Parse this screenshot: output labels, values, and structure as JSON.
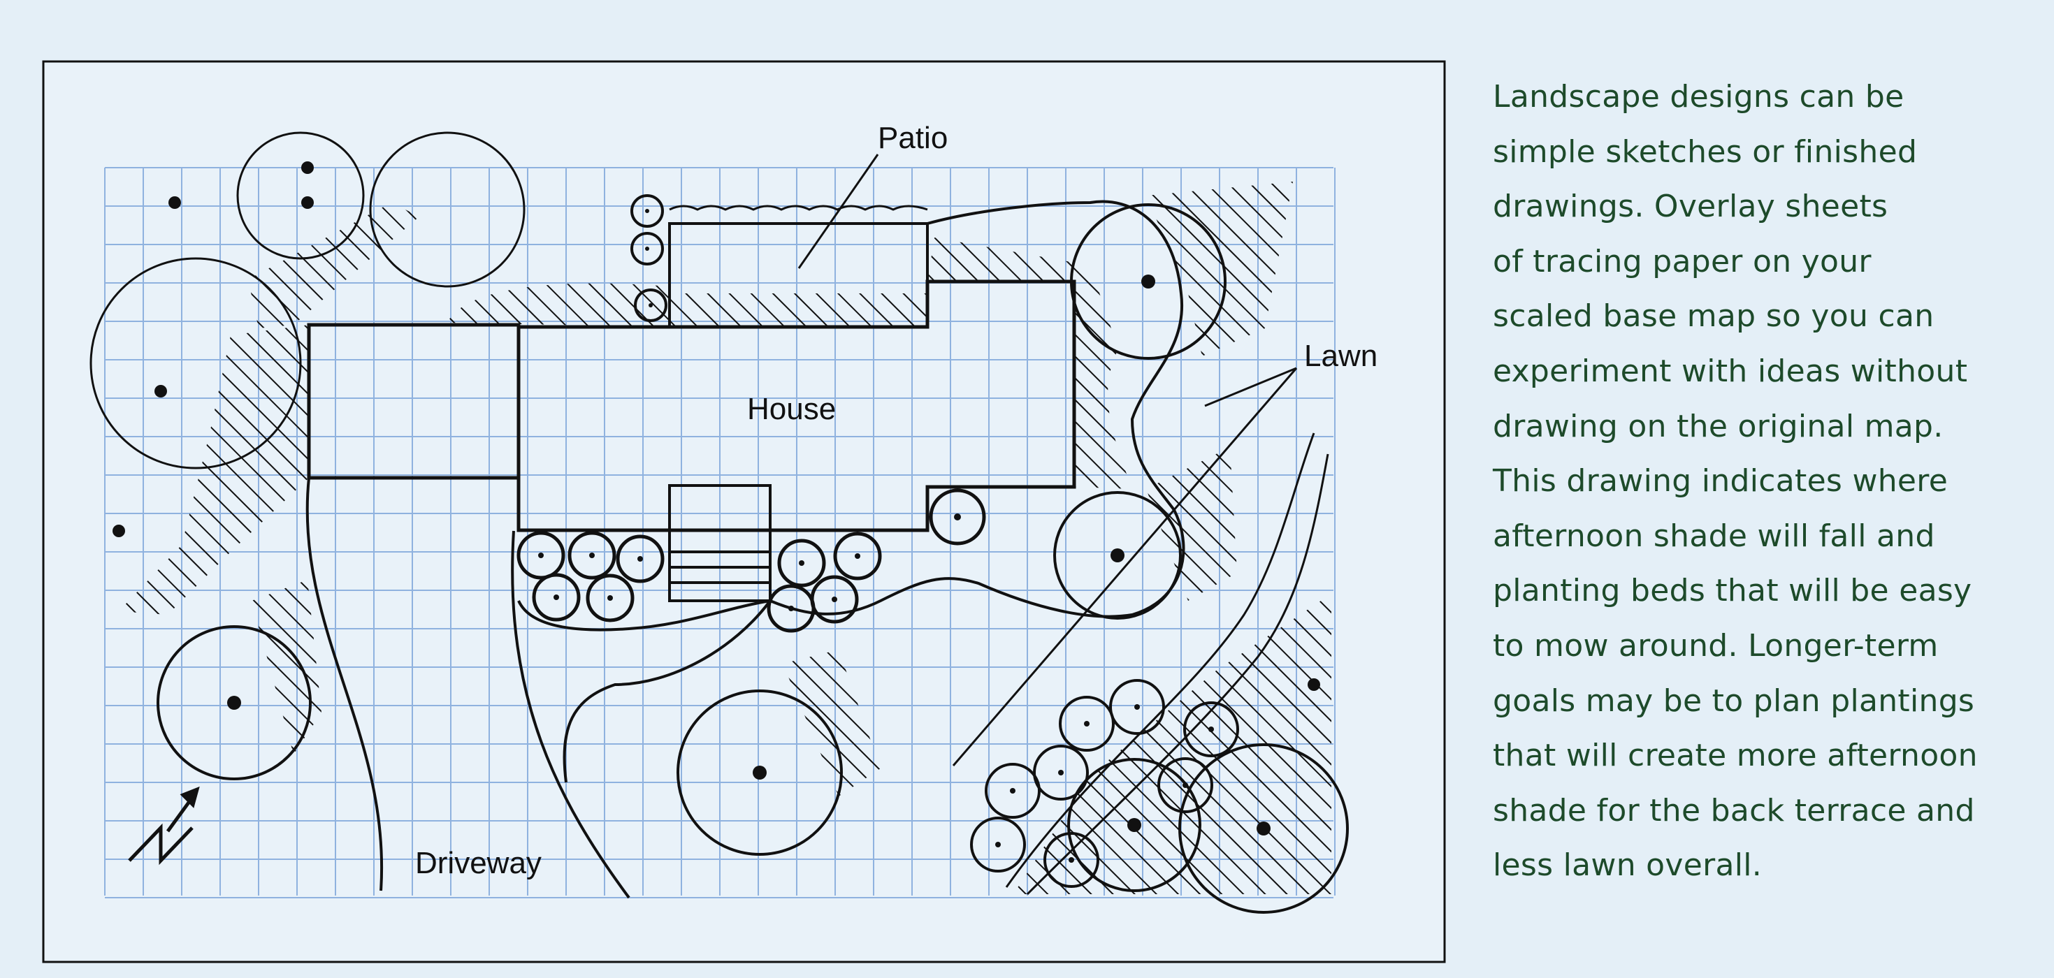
{
  "diagram": {
    "labels": {
      "patio": "Patio",
      "house": "House",
      "lawn": "Lawn",
      "driveway": "Driveway"
    },
    "north_arrow": "N",
    "colors": {
      "background": "#e4eff7",
      "grid": "#8fb2df",
      "ink": "#111111",
      "caption_text": "#1d4a2a"
    }
  },
  "caption": {
    "lines": [
      "Landscape designs can be",
      "simple sketches or finished",
      "drawings. Overlay sheets",
      "of tracing paper on your",
      "scaled base map so you can",
      "experiment with ideas without",
      "drawing on the original map.",
      "This drawing indicates where",
      "afternoon shade will fall and",
      "planting beds that will be easy",
      "to mow around. Longer-term",
      "goals may be to plan plantings",
      "that will create more afternoon",
      "shade for the back terrace and",
      "less lawn overall."
    ]
  }
}
